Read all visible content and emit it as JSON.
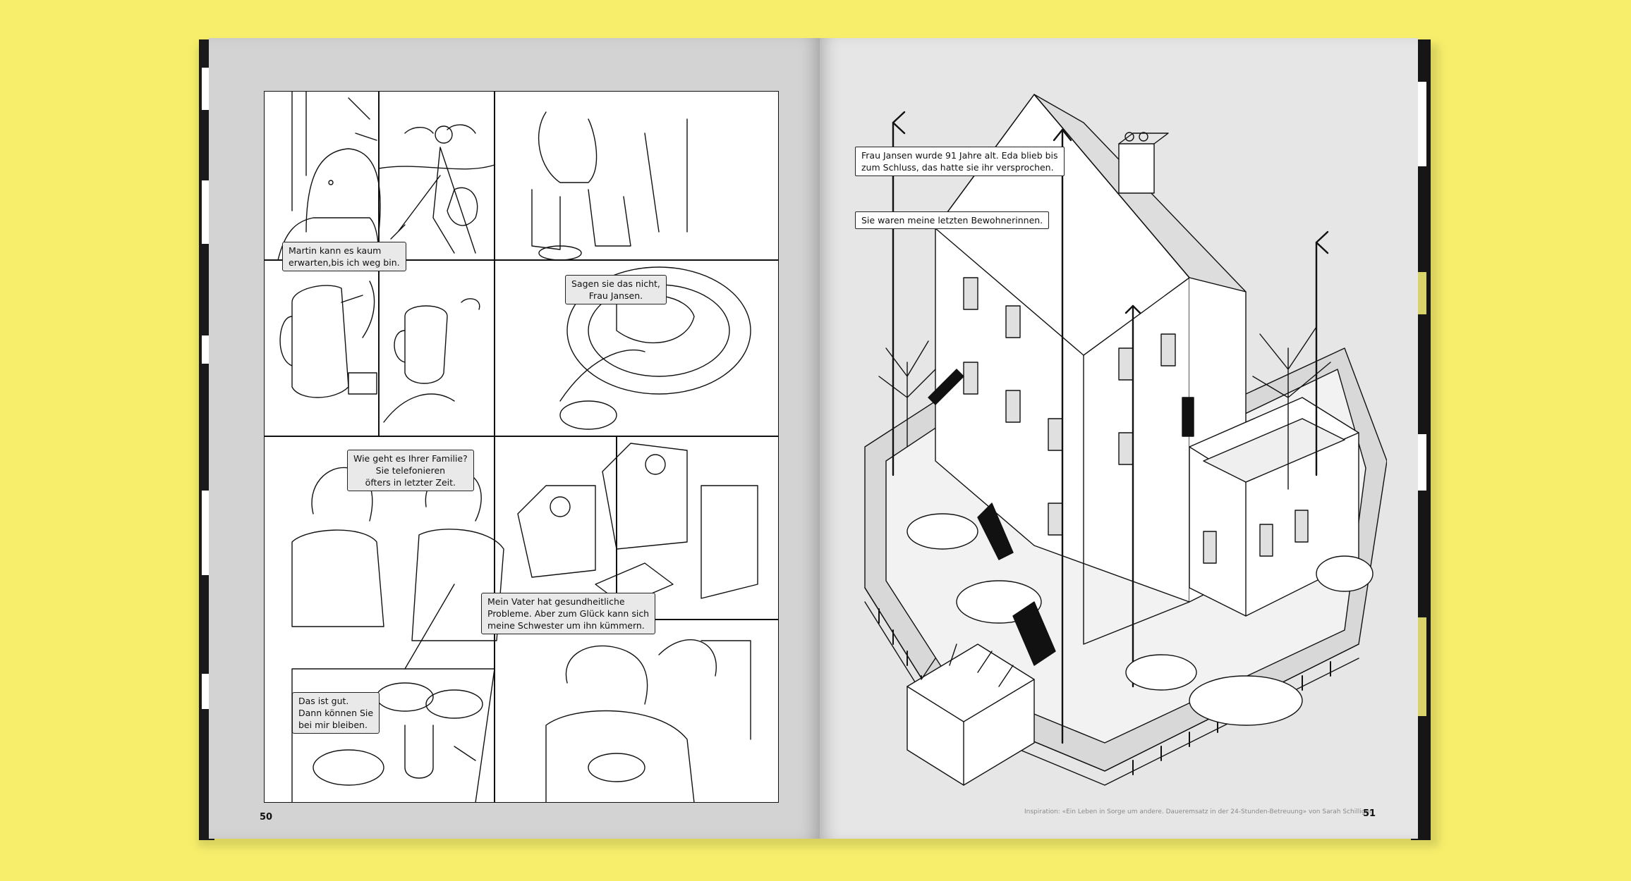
{
  "left_page": {
    "page_number": "50",
    "bubbles": {
      "martin": [
        "Martin kann es kaum",
        "erwarten,bis ich weg bin."
      ],
      "sagen": [
        "Sagen sie das nicht,",
        "Frau Jansen."
      ],
      "familie": [
        "Wie geht es Ihrer Familie?",
        "Sie telefonieren",
        "öfters in letzter Zeit."
      ],
      "vater": [
        "Mein Vater hat gesundheitliche",
        "Probleme. Aber zum Glück kann sich",
        "meine Schwester um ihn kümmern."
      ],
      "gut": [
        "Das ist gut.",
        "Dann können Sie",
        "bei mir bleiben."
      ]
    }
  },
  "right_page": {
    "page_number": "51",
    "captions": {
      "alt": [
        "Frau Jansen wurde 91 Jahre alt. Eda blieb bis",
        "zum Schluss, das hatte sie ihr versprochen."
      ],
      "letzten": "Sie waren meine letzten Bewohnerinnen."
    },
    "credit": "Inspiration: «Ein Leben in Sorge um andere. Daueremsatz in der 24-Stunden-Betreuung» von Sarah Schilliger"
  },
  "colors": {
    "background": "#f7ef6b",
    "page_left": "#d3d3d3",
    "page_right": "#e6e6e6",
    "ink": "#111111"
  }
}
